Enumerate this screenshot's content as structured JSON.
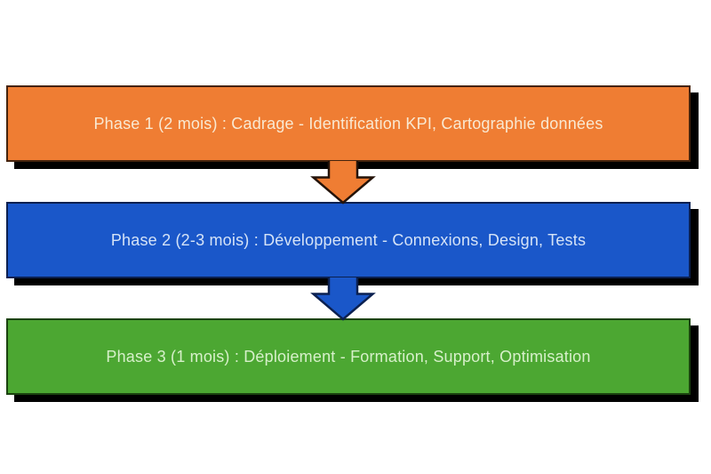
{
  "diagram": {
    "background": "#FFFFFF",
    "shadow_color": "#000000",
    "phases": [
      {
        "id": "phase-1",
        "label": "Phase 1 (2 mois) : Cadrage - Identification KPI, Cartographie données",
        "fill": "#EF7D33",
        "border": "#45230D",
        "text_color": "#F9E9D2"
      },
      {
        "id": "phase-2",
        "label": "Phase 2 (2-3 mois) : Développement - Connexions, Design, Tests",
        "fill": "#1A57C9",
        "border": "#0B2050",
        "text_color": "#D5E3F7"
      },
      {
        "id": "phase-3",
        "label": "Phase 3 (1 mois) : Déploiement - Formation, Support, Optimisation",
        "fill": "#4CA732",
        "border": "#1B430F",
        "text_color": "#D7F0CA"
      }
    ],
    "arrows": [
      {
        "name": "down-arrow-phase1-to-phase2",
        "fill": "#EF7D33",
        "stroke": "#241309"
      },
      {
        "name": "down-arrow-phase2-to-phase3",
        "fill": "#1A57C9",
        "stroke": "#0B2050"
      }
    ]
  }
}
